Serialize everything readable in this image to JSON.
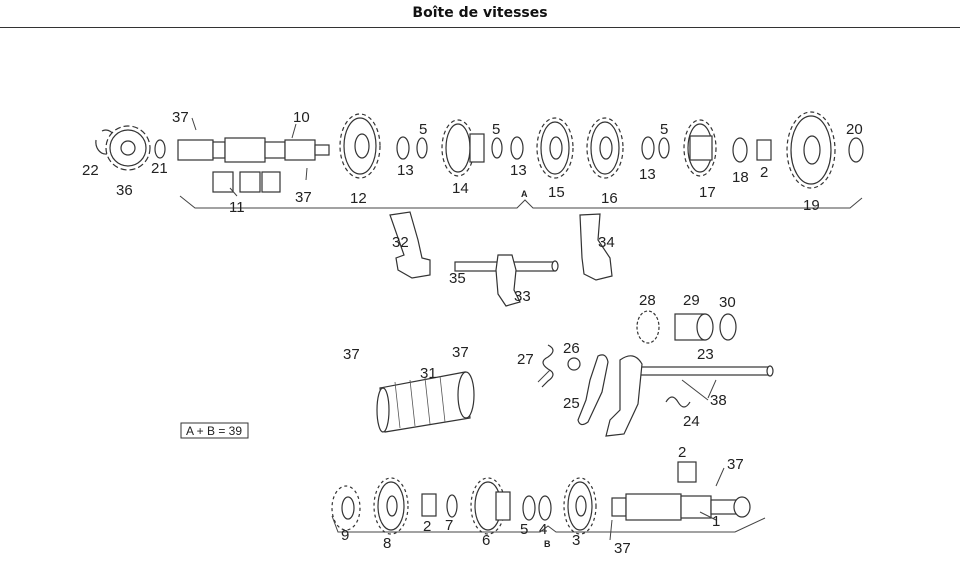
{
  "header": {
    "title": "Boîte de vitesses"
  },
  "diagram": {
    "group_labels": {
      "a": "A",
      "b": "B"
    },
    "legend_box": "A + B = 39",
    "callouts": {
      "c1": "1",
      "c2a": "2",
      "c2b": "2",
      "c2c": "2",
      "c3": "3",
      "c4": "4",
      "c5a": "5",
      "c5b": "5",
      "c5c": "5",
      "c5d": "5",
      "c6": "6",
      "c7": "7",
      "c8": "8",
      "c9": "9",
      "c10": "10",
      "c11": "11",
      "c12": "12",
      "c13a": "13",
      "c13b": "13",
      "c13c": "13",
      "c14": "14",
      "c15": "15",
      "c16": "16",
      "c17": "17",
      "c18": "18",
      "c19": "19",
      "c20": "20",
      "c21": "21",
      "c22": "22",
      "c23": "23",
      "c24": "24",
      "c25": "25",
      "c26": "26",
      "c27": "27",
      "c28": "28",
      "c29": "29",
      "c30": "30",
      "c31": "31",
      "c32": "32",
      "c33": "33",
      "c34": "34",
      "c35": "35",
      "c36": "36",
      "c37a": "37",
      "c37b": "37",
      "c37c": "37",
      "c37d": "37",
      "c37e": "37",
      "c37f": "37",
      "c38": "38"
    }
  }
}
